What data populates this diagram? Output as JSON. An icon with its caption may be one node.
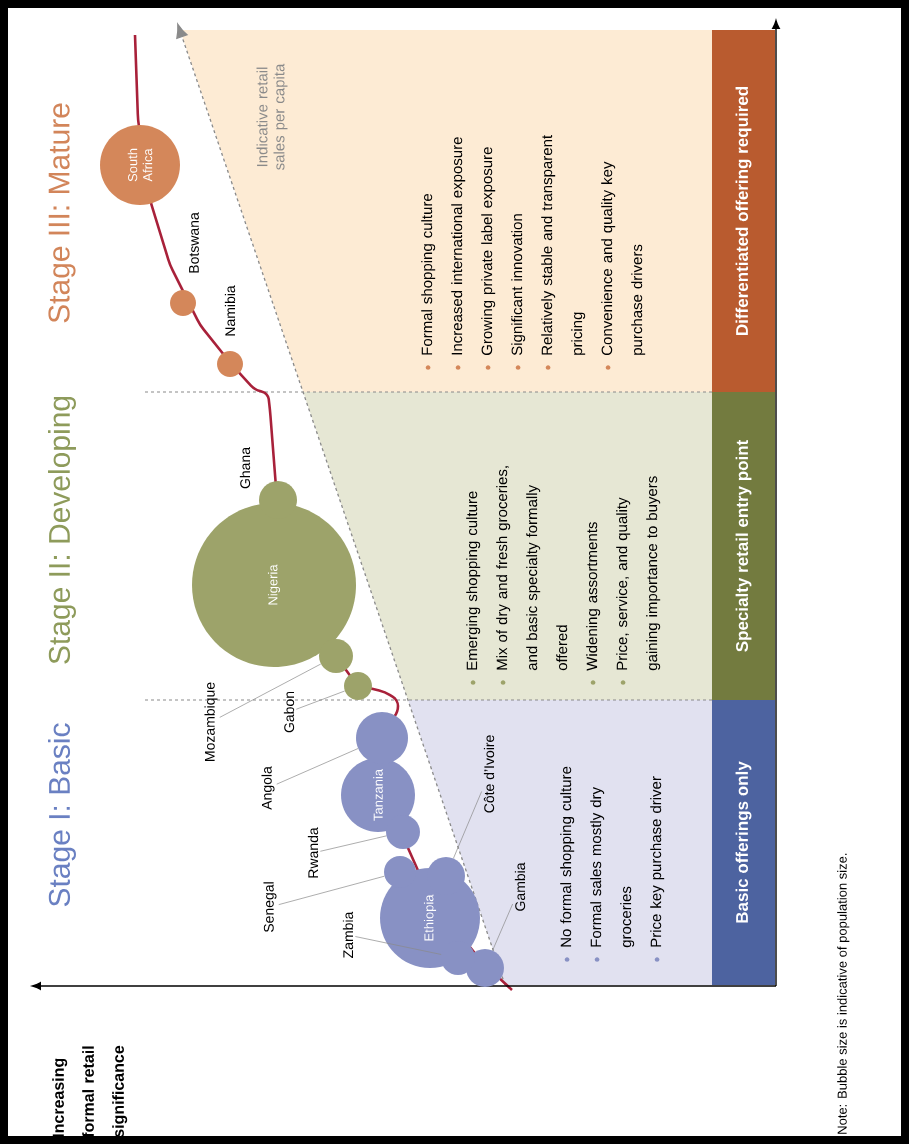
{
  "diagram": {
    "nodes": [
      {
        "text": [
          "No formal shopping culture",
          "Formal sales mostly dry groceries",
          "Price key purchase driver"
        ]
      },
      {
        "text": [
          "Emerging shopping culture",
          "Mix of dry and fresh groceries, and basic specialty formally offered",
          "Widening assortments",
          "Price, service, and quality gaining importance to buyers"
        ]
      },
      {
        "text": [
          "Formal shopping culture",
          "Increased international exposure",
          "Growing private label exposure",
          "Significant innovation",
          "Relatively stable and transparent pricing",
          "Convenience and quality key purchase drivers"
        ]
      },
      {
        "text": [
          "Basic offerings only"
        ]
      },
      {
        "text": [
          "Specialty retail entry point"
        ]
      },
      {
        "text": [
          "Differentiated offering required"
        ]
      },
      {
        "text": [],
        "shape": "circle"
      },
      {
        "text": [],
        "shape": "circle"
      },
      {
        "text": [
          "Ethiopia"
        ]
      },
      {
        "text": [],
        "shape": "circle"
      },
      {
        "text": [],
        "shape": "circle"
      },
      {
        "text": [],
        "shape": "circle"
      },
      {
        "text": [
          "Tanzania"
        ]
      },
      {
        "text": [],
        "shape": "circle"
      },
      {
        "text": [],
        "shape": "circle"
      },
      {
        "text": [],
        "shape": "circle"
      },
      {
        "text": [
          "Nigeria"
        ]
      },
      {
        "text": [],
        "shape": "circle",
        "beside": [
          "Ghana"
        ]
      },
      {
        "text": [],
        "shape": "circle",
        "beside": [
          "Namibia"
        ]
      },
      {
        "text": [],
        "shape": "circle",
        "beside": [
          "Botswana"
        ]
      },
      {
        "text": [
          "South Africa"
        ]
      },
      {
        "text": [
          "Gambia"
        ]
      },
      {
        "text": [
          "Zambia"
        ]
      },
      {
        "text": [
          "Senegal"
        ]
      },
      {
        "text": [
          "Côte d’Ivoire"
        ]
      },
      {
        "text": [
          "Rwanda"
        ]
      },
      {
        "text": [
          "Angola"
        ]
      },
      {
        "text": [
          "Gabon"
        ]
      },
      {
        "text": [
          "Mozambique"
        ]
      }
    ],
    "edges": [
      {
        "from": 21,
        "to": 6,
        "arrow": "none"
      },
      {
        "from": 22,
        "to": 7,
        "arrow": "none"
      },
      {
        "from": 23,
        "to": 10,
        "arrow": "none"
      },
      {
        "from": 24,
        "to": 9,
        "arrow": "none"
      },
      {
        "from": 25,
        "to": 11,
        "arrow": "none"
      },
      {
        "from": 26,
        "to": 13,
        "arrow": "none"
      },
      {
        "from": 27,
        "to": 14,
        "arrow": "none"
      },
      {
        "from": 28,
        "to": 15,
        "arrow": "none"
      }
    ],
    "labels": [
      "Increasing formal retail significance",
      "Stage I: Basic",
      "Stage II: Developing",
      "Stage III: Mature",
      "Indicative retail sales per capita",
      "Note: Bubble size is indicative of population size."
    ]
  }
}
